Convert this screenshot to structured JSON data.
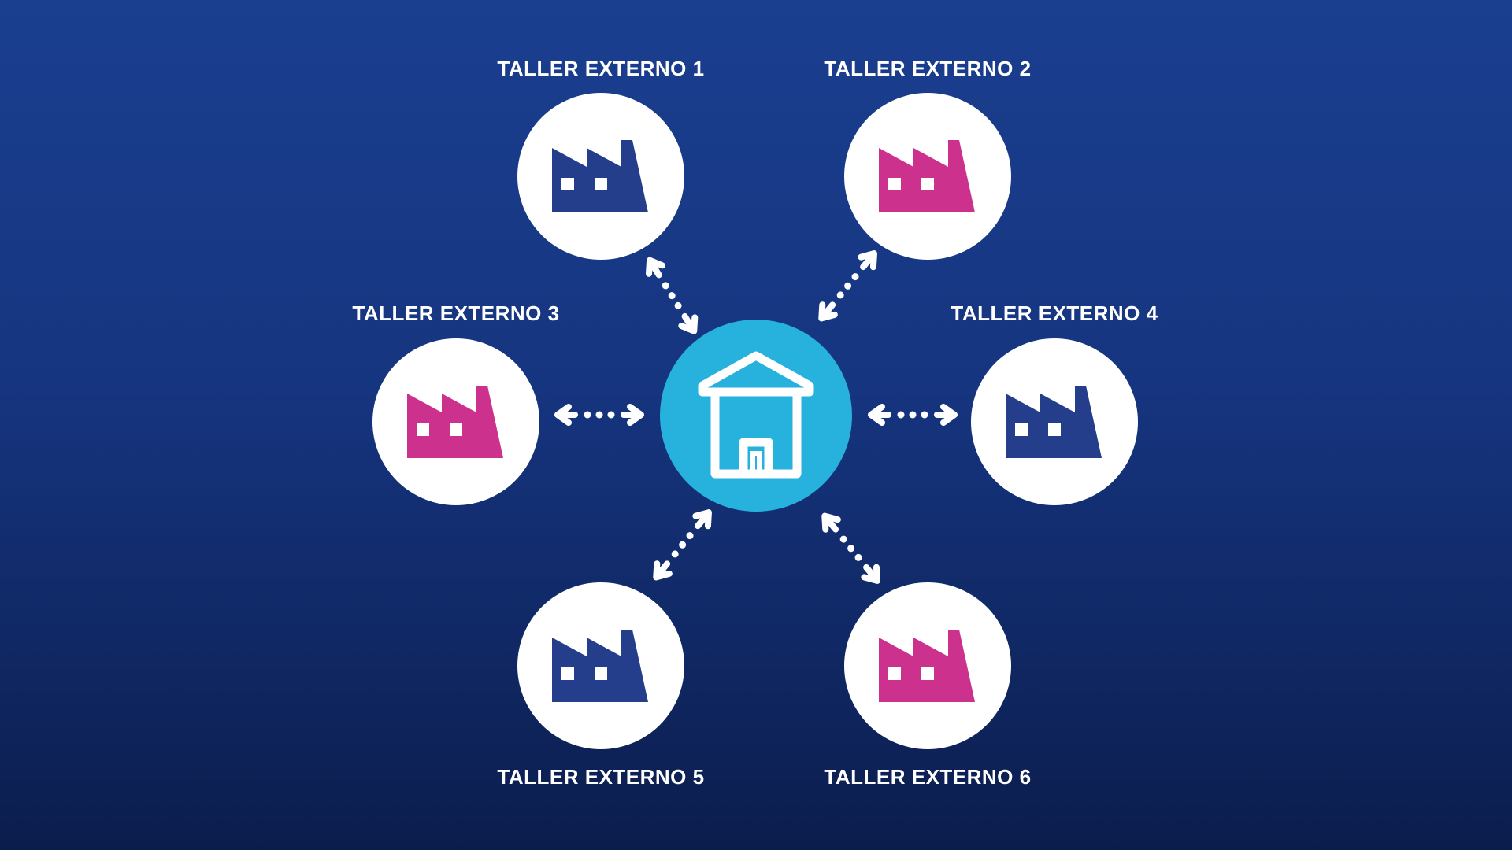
{
  "diagram": {
    "hub": {
      "icon": "warehouse-icon",
      "color": "#27b1dd"
    },
    "workshops": [
      {
        "label": "TALLER EXTERNO 1",
        "icon": "factory-icon",
        "color": "#243e8c"
      },
      {
        "label": "TALLER EXTERNO 2",
        "icon": "factory-icon",
        "color": "#cc318e"
      },
      {
        "label": "TALLER EXTERNO 3",
        "icon": "factory-icon",
        "color": "#cc318e"
      },
      {
        "label": "TALLER EXTERNO 4",
        "icon": "factory-icon",
        "color": "#243e8c"
      },
      {
        "label": "TALLER EXTERNO 5",
        "icon": "factory-icon",
        "color": "#243e8c"
      },
      {
        "label": "TALLER EXTERNO 6",
        "icon": "factory-icon",
        "color": "#cc318e"
      }
    ],
    "connectors": "double-arrow-dotted",
    "background": [
      "#1a3f8f",
      "#0b1d4d"
    ]
  }
}
